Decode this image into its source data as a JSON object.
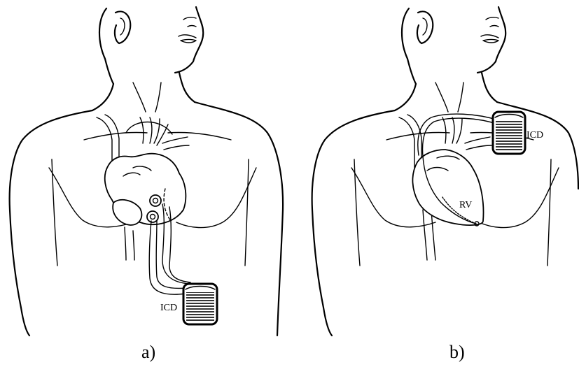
{
  "panels": [
    {
      "label": "a)",
      "device_label": "ICD"
    },
    {
      "label": "b)",
      "device_label": "ICD",
      "chamber_label": "RV"
    }
  ]
}
